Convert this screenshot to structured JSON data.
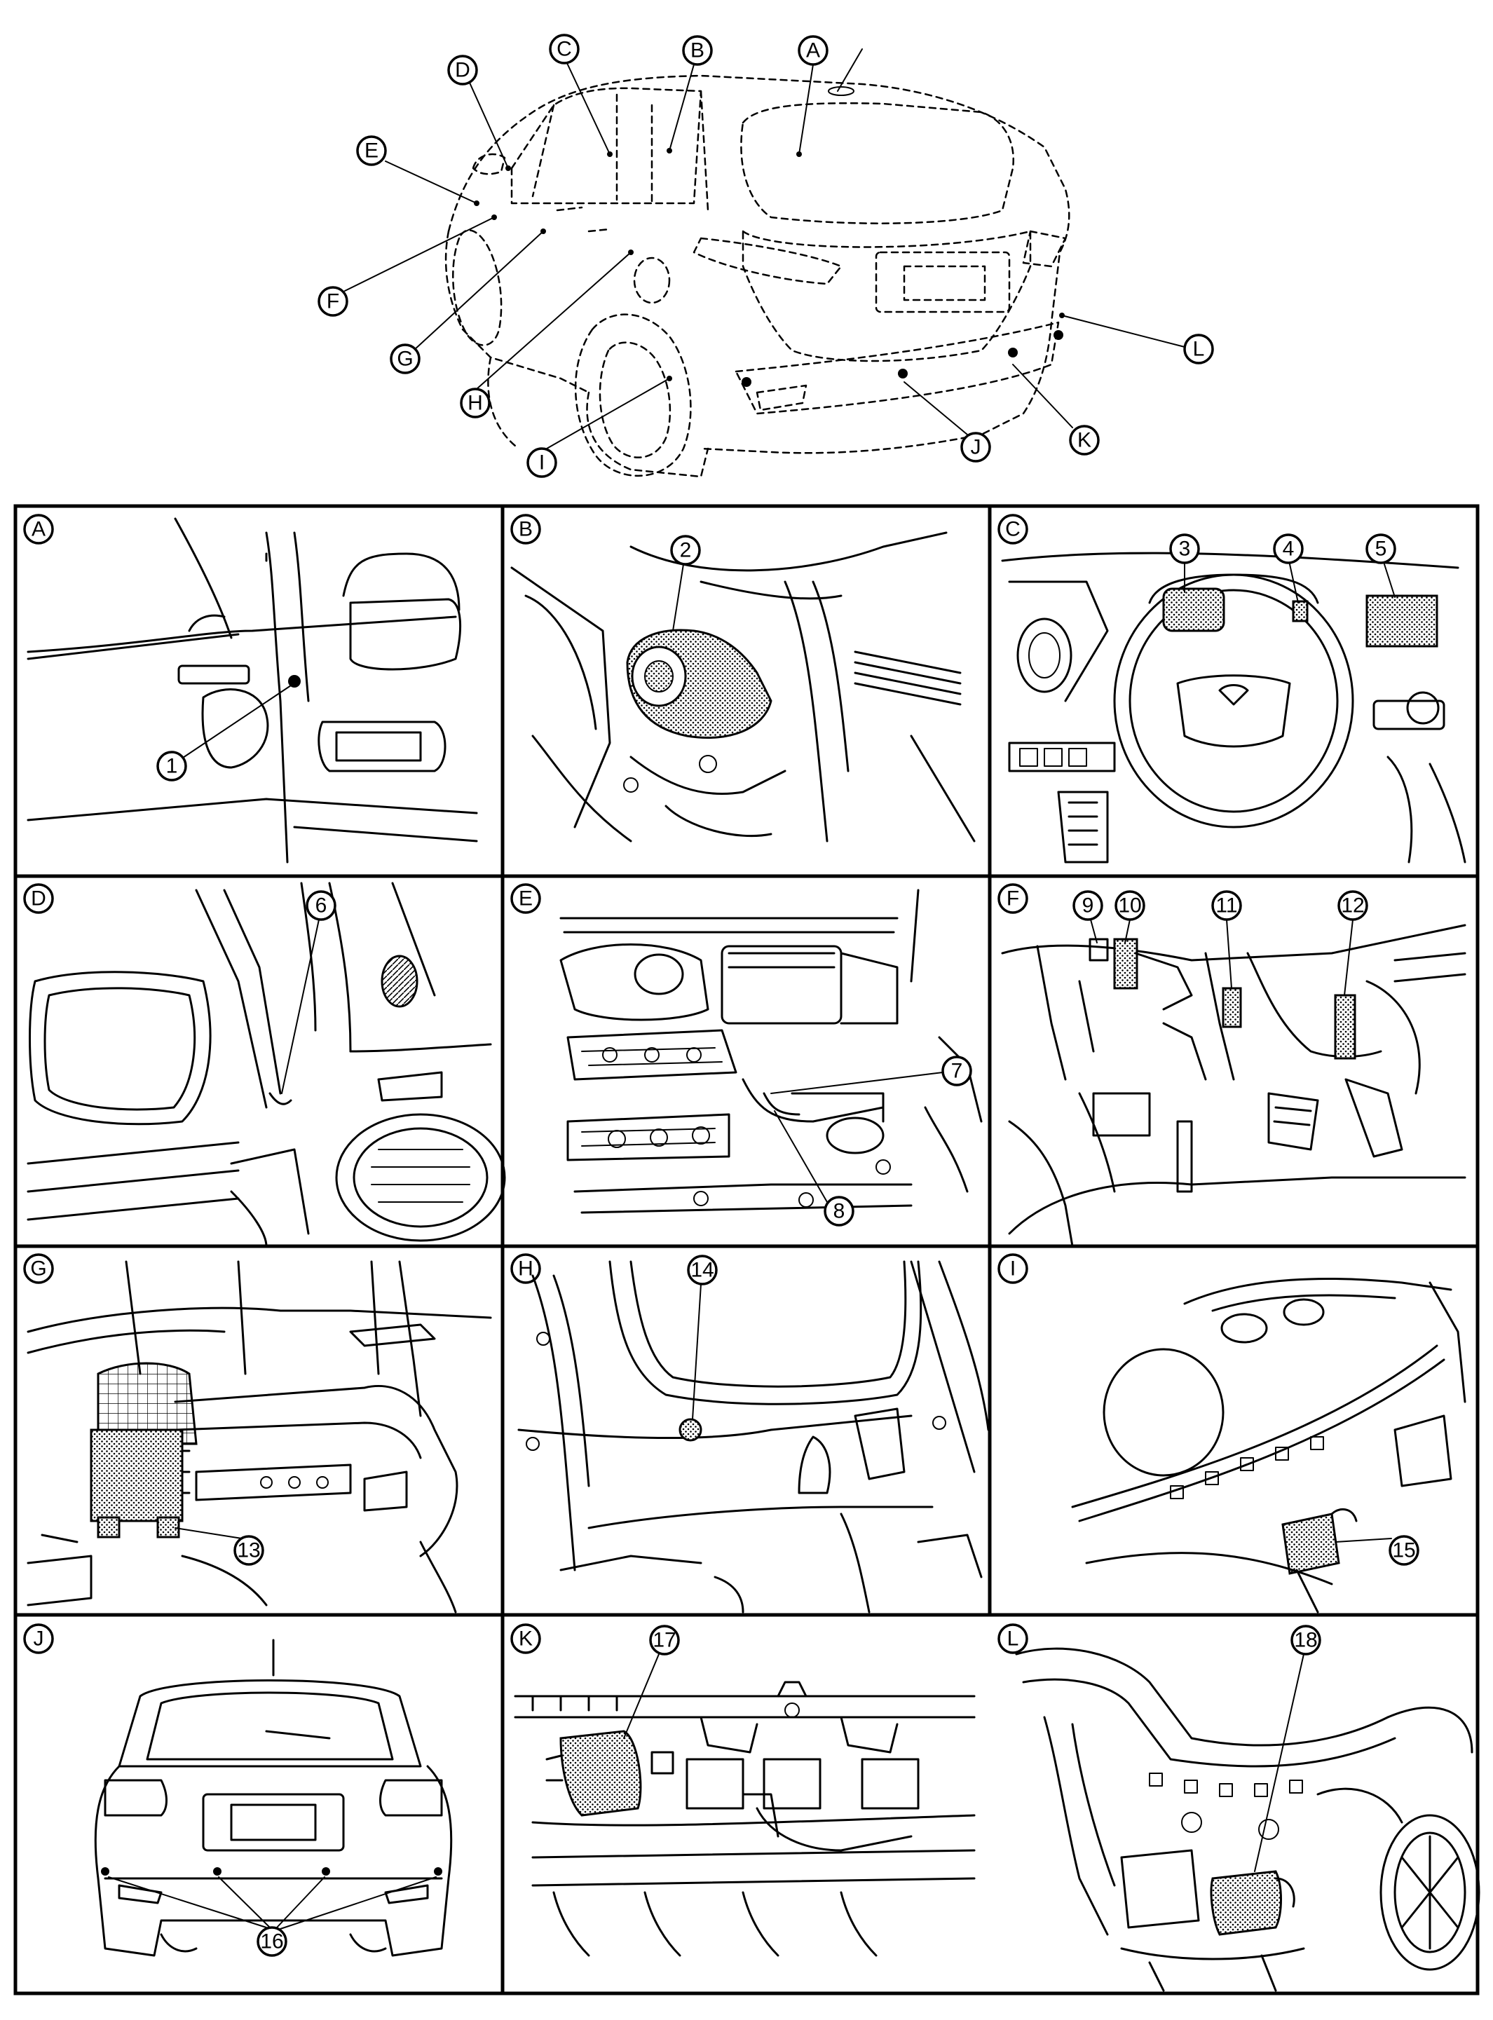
{
  "overview": {
    "view_letters": [
      "A",
      "B",
      "C",
      "D",
      "E",
      "F",
      "G",
      "H",
      "I",
      "J",
      "K",
      "L"
    ]
  },
  "panels": [
    {
      "letter": "A",
      "numbers": [
        "1"
      ]
    },
    {
      "letter": "B",
      "numbers": [
        "2"
      ]
    },
    {
      "letter": "C",
      "numbers": [
        "3",
        "4",
        "5"
      ]
    },
    {
      "letter": "D",
      "numbers": [
        "6"
      ]
    },
    {
      "letter": "E",
      "numbers": [
        "7",
        "8"
      ]
    },
    {
      "letter": "F",
      "numbers": [
        "9",
        "10",
        "11",
        "12"
      ]
    },
    {
      "letter": "G",
      "numbers": [
        "13"
      ]
    },
    {
      "letter": "H",
      "numbers": [
        "14"
      ]
    },
    {
      "letter": "I",
      "numbers": [
        "15"
      ]
    },
    {
      "letter": "J",
      "numbers": [
        "16"
      ]
    },
    {
      "letter": "K",
      "numbers": [
        "17"
      ]
    },
    {
      "letter": "L",
      "numbers": [
        "18"
      ]
    }
  ]
}
